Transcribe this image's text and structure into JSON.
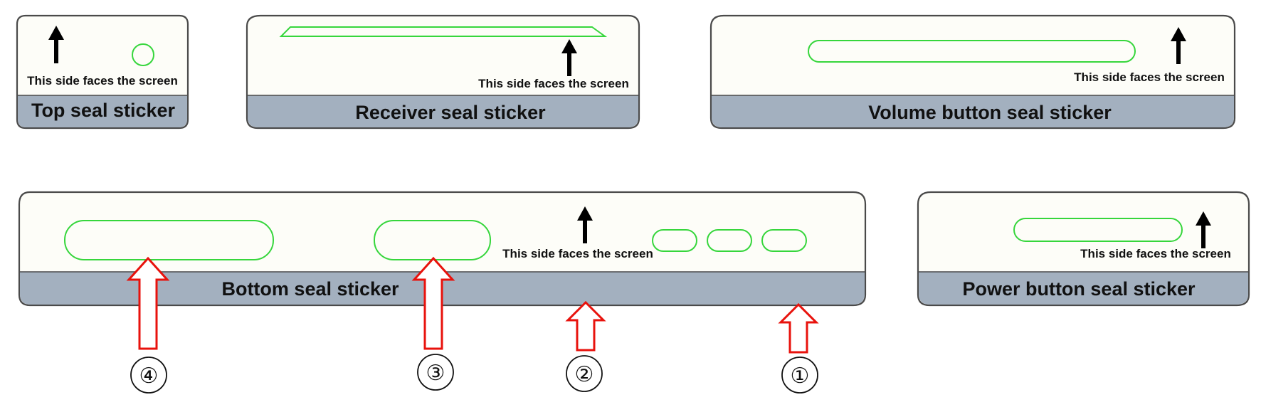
{
  "colors": {
    "cutout_outline": "#36d63c",
    "callout_arrow": "#e8120c",
    "sticker_band": "#a3b0bf",
    "facing_arrow": "#000000"
  },
  "stickers": {
    "top": {
      "title": "Top seal sticker",
      "note": "This side faces the screen"
    },
    "receiver": {
      "title": "Receiver seal sticker",
      "note": "This side faces the screen"
    },
    "volume": {
      "title": "Volume button seal sticker",
      "note": "This side faces the screen"
    },
    "bottom": {
      "title": "Bottom seal sticker",
      "note": "This side faces the screen"
    },
    "power": {
      "title": "Power button seal sticker",
      "note": "This side faces the screen"
    }
  },
  "markers": [
    {
      "label": "④",
      "icon": "hollow-up-arrow-icon"
    },
    {
      "label": "③",
      "icon": "hollow-up-arrow-icon"
    },
    {
      "label": "②",
      "icon": "hollow-up-arrow-icon"
    },
    {
      "label": "①",
      "icon": "hollow-up-arrow-icon"
    }
  ]
}
